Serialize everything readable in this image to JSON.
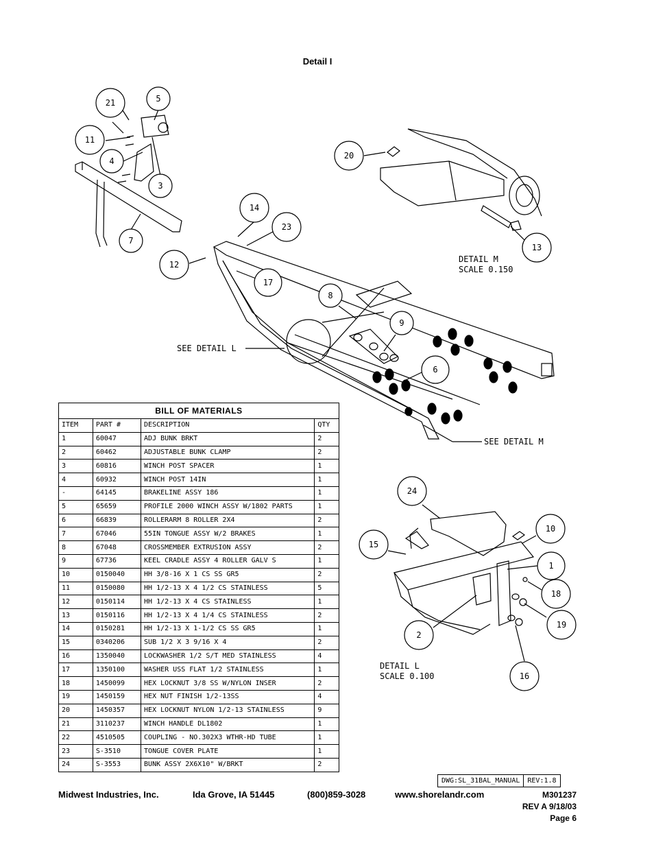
{
  "page_title": "Detail I",
  "bom": {
    "title": "BILL OF MATERIALS",
    "headers": [
      "ITEM",
      "PART #",
      "DESCRIPTION",
      "QTY"
    ],
    "rows": [
      [
        "1",
        "60047",
        "ADJ BUNK BRKT",
        "2"
      ],
      [
        "2",
        "60462",
        "ADJUSTABLE BUNK CLAMP",
        "2"
      ],
      [
        "3",
        "60816",
        "WINCH POST SPACER",
        "1"
      ],
      [
        "4",
        "60932",
        "WINCH POST   14IN",
        "1"
      ],
      [
        "-",
        "64145",
        "BRAKELINE ASSY 186",
        "1"
      ],
      [
        "5",
        "65659",
        "PROFILE 2000 WINCH ASSY W/1802 PARTS",
        "1"
      ],
      [
        "6",
        "66839",
        "ROLLERARM 8 ROLLER 2X4",
        "2"
      ],
      [
        "7",
        "67046",
        "55IN TONGUE ASSY W/2 BRAKES",
        "1"
      ],
      [
        "8",
        "67048",
        "CROSSMEMBER EXTRUSION ASSY",
        "2"
      ],
      [
        "9",
        "67736",
        "KEEL CRADLE ASSY 4 ROLLER GALV S",
        "1"
      ],
      [
        "10",
        "0150040",
        "HH 3/8-16 X 1 CS SS GR5",
        "2"
      ],
      [
        "11",
        "0150080",
        "HH 1/2-13 X 4 1/2 CS STAINLESS",
        "5"
      ],
      [
        "12",
        "0150114",
        "HH 1/2-13 X 4 CS STAINLESS",
        "1"
      ],
      [
        "13",
        "0150116",
        "HH 1/2-13 X 4 1/4 CS STAINLESS",
        "2"
      ],
      [
        "14",
        "0150281",
        "HH 1/2-13 X 1-1/2 CS SS GR5",
        "1"
      ],
      [
        "15",
        "0340206",
        "SUB 1/2 X 3 9/16 X 4",
        "2"
      ],
      [
        "16",
        "1350040",
        "LOCKWASHER 1/2 S/T MED STAINLESS",
        "4"
      ],
      [
        "17",
        "1350100",
        "WASHER USS FLAT 1/2 STAINLESS",
        "1"
      ],
      [
        "18",
        "1450099",
        "HEX LOCKNUT 3/8 SS W/NYLON INSER",
        "2"
      ],
      [
        "19",
        "1450159",
        "HEX NUT FINISH 1/2-13SS",
        "4"
      ],
      [
        "20",
        "1450357",
        "HEX LOCKNUT NYLON 1/2-13 STAINLESS",
        "9"
      ],
      [
        "21",
        "3110237",
        "WINCH HANDLE  DL1802",
        "1"
      ],
      [
        "22",
        "4510505",
        "COUPLING - NO.302X3 WTHR-HD TUBE",
        "1"
      ],
      [
        "23",
        "S-3510",
        "TONGUE COVER PLATE",
        "1"
      ],
      [
        "24",
        "S-3553",
        "BUNK ASSY 2X6X10\" W/BRKT",
        "2"
      ]
    ]
  },
  "callouts": {
    "c21": "21",
    "c5": "5",
    "c11": "11",
    "c4": "4",
    "c3": "3",
    "c7": "7",
    "c20": "20",
    "c13": "13",
    "c14": "14",
    "c23": "23",
    "c12": "12",
    "c17": "17",
    "c8": "8",
    "c9": "9",
    "c6": "6",
    "c24": "24",
    "c10": "10",
    "c15": "15",
    "c1": "1",
    "c18": "18",
    "c19": "19",
    "c2": "2",
    "c16": "16"
  },
  "labels": {
    "detail_m": "DETAIL  M",
    "scale_m": "SCALE  0.150",
    "see_detail_l": "SEE DETAIL  L",
    "see_detail_m": "SEE DETAIL  M",
    "detail_l": "DETAIL  L",
    "scale_l": "SCALE  0.100"
  },
  "dwg": {
    "name": "DWG:SL_31BAL_MANUAL",
    "rev": "REV:1.8"
  },
  "footer": {
    "company": "Midwest Industries, Inc.",
    "city": "Ida Grove, IA  51445",
    "phone": "(800)859-3028",
    "website": "www.shorelandr.com",
    "doc_number": "M301237",
    "revision": "REV A  9/18/03",
    "page": "Page 6"
  }
}
